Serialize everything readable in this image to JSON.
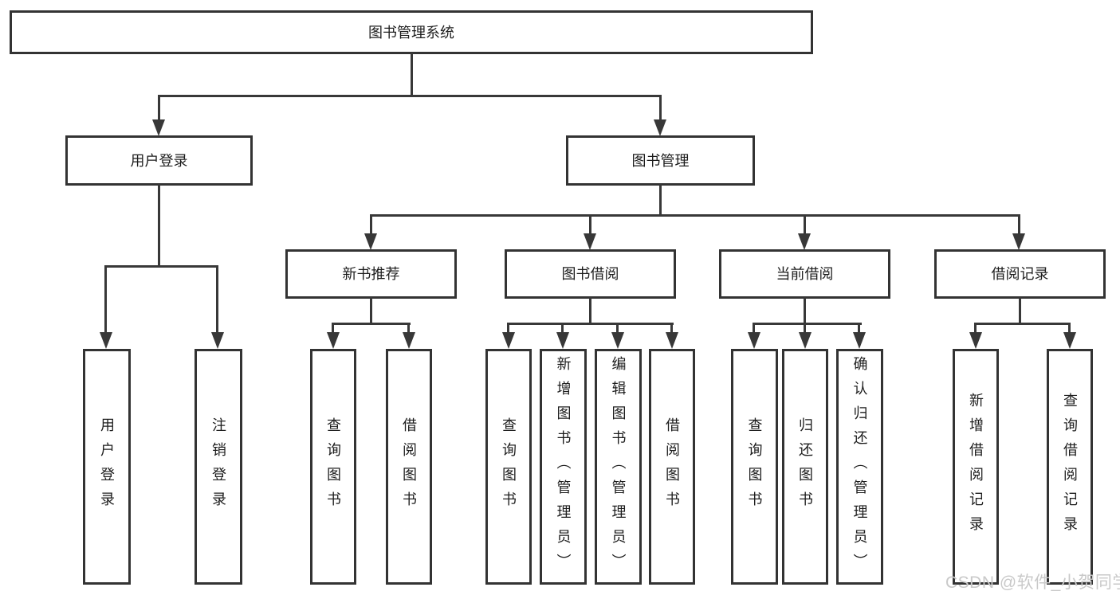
{
  "nodes": {
    "root": "图书管理系统",
    "level2": [
      "用户登录",
      "图书管理"
    ],
    "level3": [
      "新书推荐",
      "图书借阅",
      "当前借阅",
      "借阅记录"
    ],
    "leaves": [
      "用户登录",
      "注销登录",
      "查询图书",
      "借阅图书",
      "查询图书",
      "新增图书（管理员）",
      "编辑图书（管理员）",
      "借阅图书",
      "查询图书",
      "归还图书",
      "确认归还（管理员）",
      "新增借阅记录",
      "查询借阅记录"
    ]
  },
  "hierarchy": {
    "图书管理系统": {
      "用户登录": [
        "用户登录",
        "注销登录"
      ],
      "图书管理": {
        "新书推荐": [
          "查询图书",
          "借阅图书"
        ],
        "图书借阅": [
          "查询图书",
          "新增图书（管理员）",
          "编辑图书（管理员）",
          "借阅图书"
        ],
        "当前借阅": [
          "查询图书",
          "归还图书",
          "确认归还（管理员）"
        ],
        "借阅记录": [
          "新增借阅记录",
          "查询借阅记录"
        ]
      }
    }
  },
  "watermark": "CSDN @软件_小贺同学",
  "colors": {
    "line": "#383838",
    "box_border": "#333333",
    "text": "#1d1d1d",
    "watermark": "#c9c9c9",
    "background": "#ffffff"
  }
}
